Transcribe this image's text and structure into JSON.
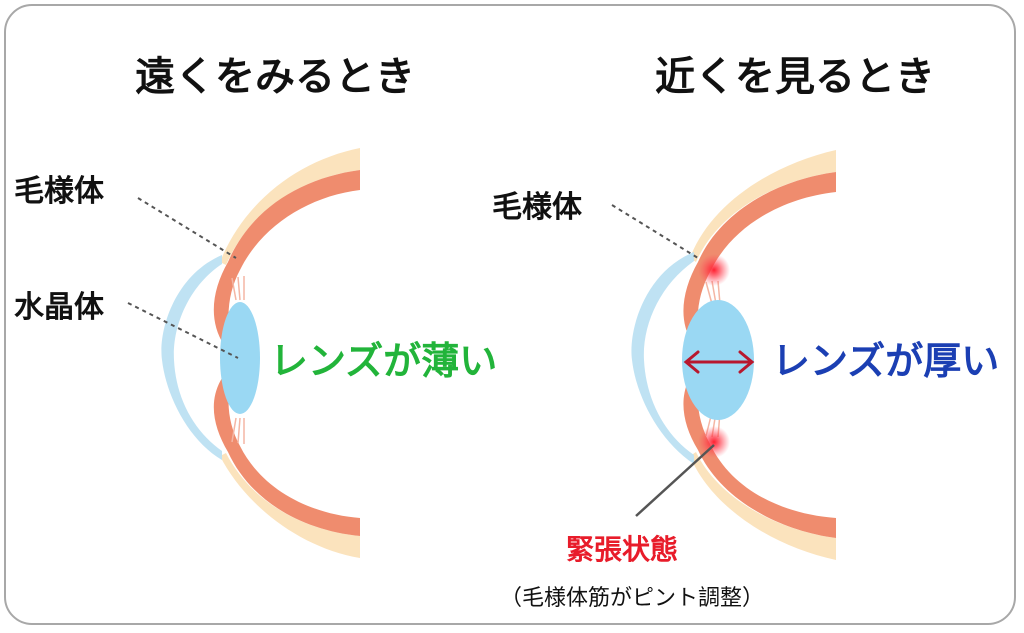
{
  "left": {
    "title": "遠くをみるとき",
    "ciliary_label": "毛様体",
    "lens_label": "水晶体",
    "lens_state": "レンズが薄い"
  },
  "right": {
    "title": "近くを見るとき",
    "ciliary_label": "毛様体",
    "lens_state": "レンズが厚い",
    "tension_label": "緊張状態",
    "tension_note": "（毛様体筋がピント調整）"
  },
  "colors": {
    "sclera": "#fbe3bd",
    "choroid": "#ef8c6e",
    "cornea": "#bfe2f3",
    "lens": "#9ad8f3",
    "thin_text": "#22b43a",
    "thick_text": "#1b3fb3",
    "tension": "#e81c2a",
    "arrow": "#b8182e"
  }
}
